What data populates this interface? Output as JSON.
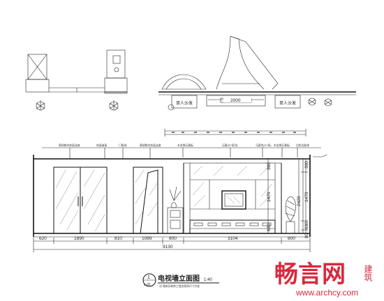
{
  "drawing": {
    "title": "电视墙立面图",
    "scale": "1:40",
    "subtitle": "注:墙体及装饰工程由现场尺寸为准",
    "label_number": "1",
    "label_sheet": "L-01"
  },
  "plan": {
    "width_dim": "2000",
    "seat_labels": [
      "单人沙发",
      "单人沙发"
    ]
  },
  "dimensions": {
    "bottom_segments": [
      "620",
      "1890",
      "810",
      "1089",
      "800",
      "3104",
      "800"
    ],
    "total": "9130",
    "right_segments": [
      "300",
      "1470",
      "630",
      "80"
    ],
    "right_total": "2420",
    "left_segments": [
      "300",
      "1470",
      "630"
    ]
  },
  "annotations": [
    "黑胡桃木饰面油漆",
    "饰面玻璃",
    "门框线",
    "黑胡桃木饰面油漆",
    "木龙骨石膏板",
    "石膏(ST系列)",
    "马赛克(ST系)",
    "木龙骨石膏板",
    "白色乳胶漆"
  ],
  "watermark": {
    "brand": "畅言网",
    "side": "建筑",
    "url": "www.archcy.com"
  }
}
